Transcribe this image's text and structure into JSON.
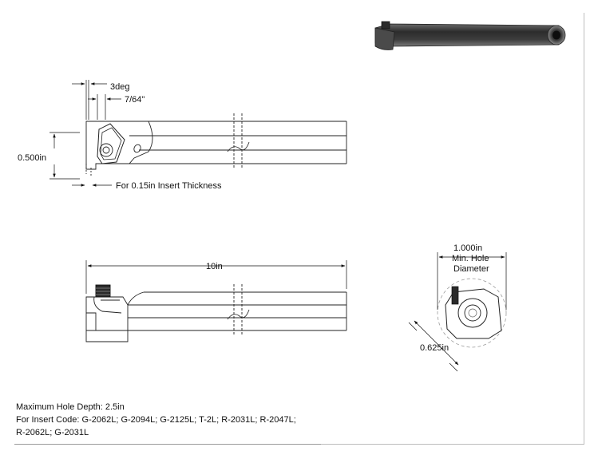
{
  "dimensions": {
    "angle": "3deg",
    "edge_offset": "7/64\"",
    "height": "0.500in",
    "insert_note": "For 0.15in Insert Thickness",
    "length": "10in",
    "min_hole_line1": "1.000in",
    "min_hole_line2": "Min. Hole",
    "min_hole_line3": "Diameter",
    "shank_diameter": "0.625in"
  },
  "notes": {
    "max_depth": "Maximum Hole Depth: 2.5in",
    "insert_codes_line1": "For Insert Code: G-2062L; G-2094L; G-2125L; T-2L; R-2031L; R-2047L;",
    "insert_codes_line2": "R-2062L; G-2031L"
  }
}
